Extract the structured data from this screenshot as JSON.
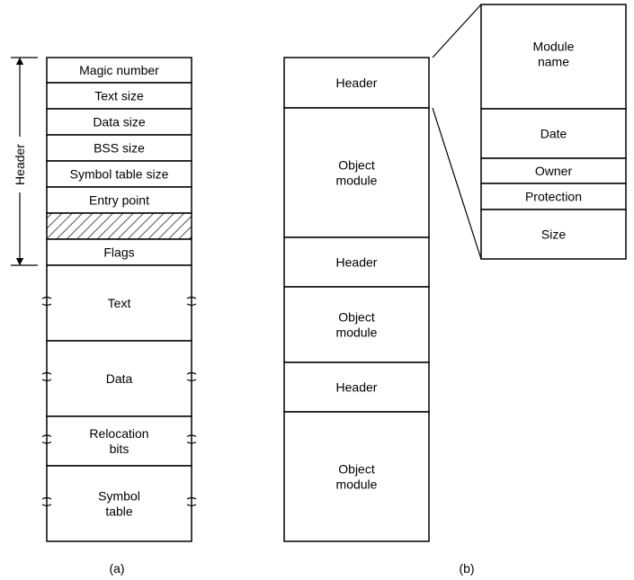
{
  "diagram_a": {
    "caption": "(a)",
    "header_label": "Header",
    "fields": [
      {
        "lines": [
          "Magic number"
        ]
      },
      {
        "lines": [
          "Text size"
        ]
      },
      {
        "lines": [
          "Data size"
        ]
      },
      {
        "lines": [
          "BSS size"
        ]
      },
      {
        "lines": [
          "Symbol table size"
        ]
      },
      {
        "lines": [
          "Entry point"
        ]
      },
      {
        "lines": [],
        "hatched": true
      },
      {
        "lines": [
          "Flags"
        ]
      },
      {
        "lines": [
          "Text"
        ],
        "break": true
      },
      {
        "lines": [
          "Data"
        ],
        "break": true
      },
      {
        "lines": [
          "Relocation",
          "bits"
        ],
        "break": true
      },
      {
        "lines": [
          "Symbol",
          "table"
        ],
        "break": true
      }
    ]
  },
  "diagram_b": {
    "caption": "(b)",
    "segments": [
      {
        "lines": [
          "Header"
        ]
      },
      {
        "lines": [
          "Object",
          "module"
        ]
      },
      {
        "lines": [
          "Header"
        ]
      },
      {
        "lines": [
          "Object",
          "module"
        ]
      },
      {
        "lines": [
          "Header"
        ]
      },
      {
        "lines": [
          "Object",
          "module"
        ]
      }
    ],
    "expanded_header": [
      {
        "lines": [
          "Module",
          "name"
        ]
      },
      {
        "lines": [
          "Date"
        ]
      },
      {
        "lines": [
          "Owner"
        ]
      },
      {
        "lines": [
          "Protection"
        ]
      },
      {
        "lines": [
          "Size"
        ]
      }
    ]
  }
}
